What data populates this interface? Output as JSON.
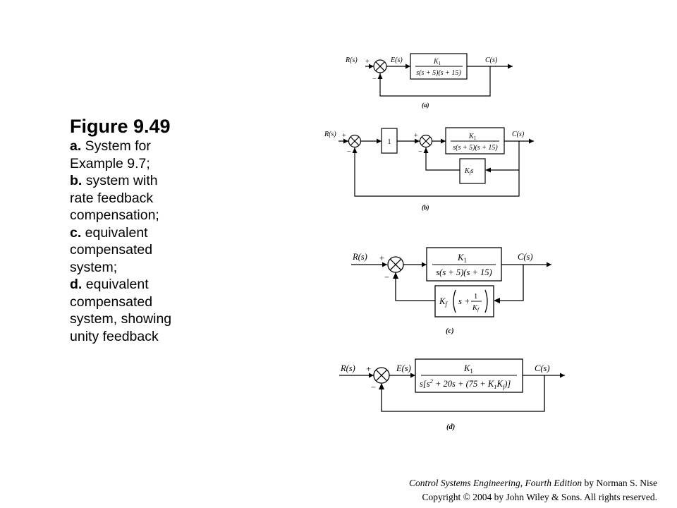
{
  "caption": {
    "title": "Figure 9.49",
    "lines": [
      {
        "bold": "a.",
        "text": " System for"
      },
      {
        "bold": "",
        "text": "Example 9.7;"
      },
      {
        "bold": "b.",
        "text": " system with"
      },
      {
        "bold": "",
        "text": "rate feedback"
      },
      {
        "bold": "",
        "text": "compensation;"
      },
      {
        "bold": "c.",
        "text": " equivalent"
      },
      {
        "bold": "",
        "text": "compensated"
      },
      {
        "bold": "",
        "text": "system;"
      },
      {
        "bold": "d.",
        "text": " equivalent"
      },
      {
        "bold": "",
        "text": "compensated"
      },
      {
        "bold": "",
        "text": "system, showing"
      },
      {
        "bold": "",
        "text": "unity feedback"
      }
    ]
  },
  "diagrams": {
    "a": {
      "label": "(a)",
      "input": "R(s)",
      "error": "E(s)",
      "output": "C(s)",
      "plus": "+",
      "minus": "−",
      "gain_num": "K",
      "gain_sub": "1",
      "gain_den": "s(s + 5)(s + 15)"
    },
    "b": {
      "label": "(b)",
      "input": "R(s)",
      "output": "C(s)",
      "plus": "+",
      "minus": "−",
      "unity_block": "1",
      "gain_num": "K",
      "gain_sub": "1",
      "gain_den": "s(s + 5)(s + 15)",
      "rate_k": "K",
      "rate_sub": "f",
      "rate_s": "s"
    },
    "c": {
      "label": "(c)",
      "input": "R(s)",
      "output": "C(s)",
      "plus": "+",
      "minus": "−",
      "gain_num": "K",
      "gain_sub": "1",
      "gain_den": "s(s + 5)(s + 15)",
      "fb_k": "K",
      "fb_sub": "f",
      "fb_s": "s +",
      "fb_one": "1",
      "fb_den_k": "K",
      "fb_den_sub": "f"
    },
    "d": {
      "label": "(d)",
      "input": "R(s)",
      "error": "E(s)",
      "output": "C(s)",
      "plus": "+",
      "minus": "−",
      "gain_num": "K",
      "gain_sub": "1",
      "den_a": "s[s",
      "den_exp": "2",
      "den_b": " + 20s + (75 + K",
      "den_sub1": "1",
      "den_c": "K",
      "den_sub2": "f",
      "den_d": ")]"
    }
  },
  "footer": {
    "line1_italic": "Control Systems Engineering, Fourth Edition",
    "line1_rest": " by Norman S. Nise",
    "line2": "Copyright © 2004 by John Wiley & Sons. All rights reserved."
  }
}
